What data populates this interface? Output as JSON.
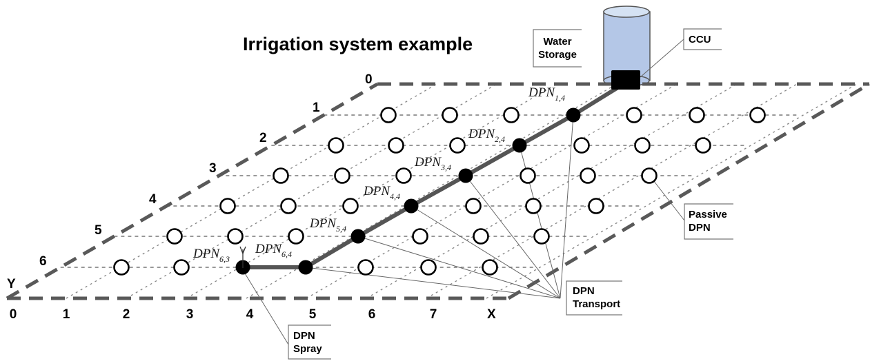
{
  "title": "Irrigation system example",
  "x_axis": {
    "name": "X",
    "ticks": [
      "0",
      "1",
      "2",
      "3",
      "4",
      "5",
      "6",
      "7"
    ]
  },
  "y_axis": {
    "name": "Y",
    "ticks": [
      "0",
      "1",
      "2",
      "3",
      "4",
      "5",
      "6"
    ]
  },
  "callouts": {
    "water_storage": [
      "Water",
      "Storage"
    ],
    "ccu": "CCU",
    "passive_dpn": [
      "Passive",
      "DPN"
    ],
    "dpn_transport": [
      "DPN",
      "Transport"
    ],
    "dpn_spray": [
      "DPN",
      "Spray"
    ]
  },
  "active_nodes": [
    {
      "label": "DPN",
      "sub": "1,4"
    },
    {
      "label": "DPN",
      "sub": "2,4"
    },
    {
      "label": "DPN",
      "sub": "3,4"
    },
    {
      "label": "DPN",
      "sub": "4,4"
    },
    {
      "label": "DPN",
      "sub": "5,4"
    },
    {
      "label": "DPN",
      "sub": "6,4"
    },
    {
      "label": "DPN",
      "sub": "6,3"
    }
  ],
  "colors": {
    "tank_fill": "#b4c7e7",
    "pipe": "#555555",
    "border": "#595959",
    "node_active": "#000000",
    "node_passive": "#ffffff"
  }
}
